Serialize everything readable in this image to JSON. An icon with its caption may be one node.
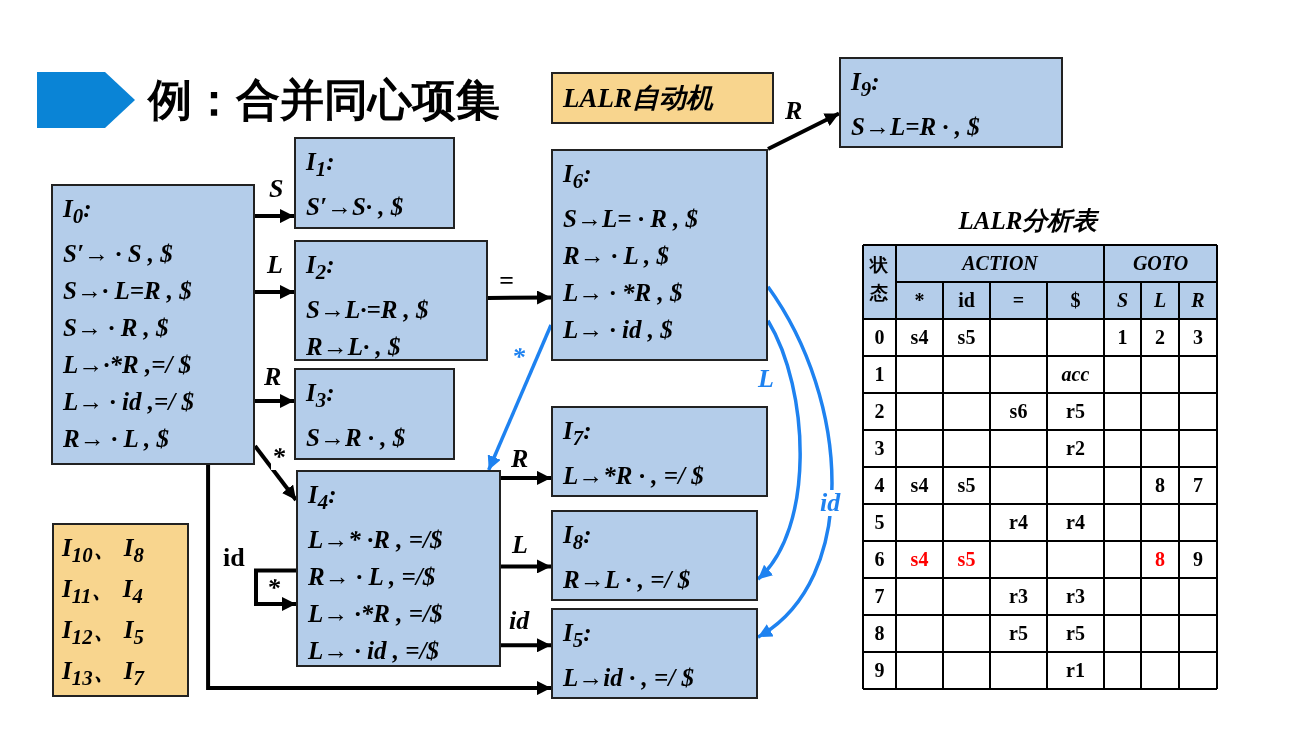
{
  "diagram": {
    "title": "例：合并同心项集",
    "nodes": [
      {
        "text": [
          "LALR自动机"
        ]
      },
      {
        "text": [
          "I$_{9}$:",
          "S→L=R · , $"
        ]
      },
      {
        "text": [
          "I$_{1}$:",
          "S′→S· , $"
        ]
      },
      {
        "text": [
          "I$_{6}$:",
          "S→L= · R , $",
          "R→ · L , $",
          "L→ · *R , $",
          "L→ · id , $"
        ]
      },
      {
        "text": [
          "I$_{0}$:",
          "S′→ · S , $",
          "S→· L=R , $",
          "S→ · R , $",
          "L→·*R ,=/ $",
          "L→ · id ,=/ $",
          "R→ · L , $"
        ]
      },
      {
        "text": [
          "I$_{2}$:",
          "S→L·=R , $",
          "R→L· , $"
        ]
      },
      {
        "text": [
          "I$_{3}$:",
          "S→R · , $"
        ]
      },
      {
        "text": [
          "I$_{7}$:",
          "L→*R · , =/ $"
        ]
      },
      {
        "text": [
          "I$_{4}$:",
          "L→* ·R , =/$",
          "R→ · L , =/$",
          "L→ ·*R , =/$",
          "L→ · id , =/$"
        ]
      },
      {
        "text": [
          "I$_{8}$:",
          "R→L · , =/ $"
        ]
      },
      {
        "text": [
          "I$_{5}$:",
          "L→id · , =/ $"
        ]
      },
      {
        "text": [
          "I$_{10}$、 I$_{8}$",
          "I$_{11}$、 I$_{4}$",
          "I$_{12}$、 I$_{5}$",
          "I$_{13}$、 I$_{7}$"
        ]
      }
    ],
    "edges": [
      {
        "from": 4,
        "to": 2,
        "arrow": "to",
        "label": "S"
      },
      {
        "from": 4,
        "to": 5,
        "arrow": "to",
        "label": "L"
      },
      {
        "from": 4,
        "to": 6,
        "arrow": "to",
        "label": "R"
      },
      {
        "from": 4,
        "to": 8,
        "arrow": "to",
        "label": "*"
      },
      {
        "from": 4,
        "to": 10,
        "arrow": "to"
      },
      {
        "from": 5,
        "to": 3,
        "arrow": "to",
        "label": "="
      },
      {
        "from": 3,
        "to": 1,
        "arrow": "to",
        "label": "R"
      },
      {
        "from": 3,
        "to": 8,
        "arrow": "to",
        "label": "*",
        "color": "#1e82f0"
      },
      {
        "from": 3,
        "to": 9,
        "arrow": "to",
        "label": "L",
        "color": "#1e82f0"
      },
      {
        "from": 3,
        "to": 10,
        "arrow": "to",
        "label": "id",
        "color": "#1e82f0"
      },
      {
        "from": 8,
        "to": 7,
        "arrow": "to",
        "label": "R"
      },
      {
        "from": 8,
        "to": 9,
        "arrow": "to",
        "label": "L"
      },
      {
        "from": 8,
        "to": 10,
        "arrow": "to",
        "label": "id"
      },
      {
        "from": 8,
        "to": 8,
        "arrow": "to",
        "label": "*"
      }
    ],
    "labels": [
      "LALR分析表",
      "状态",
      "ACTION",
      "GOTO",
      "*",
      "id",
      "=",
      "$",
      "S",
      "L",
      "R",
      "0",
      "s4",
      "s5",
      "1",
      "2",
      "3",
      "1",
      "acc",
      "2",
      "s6",
      "r5",
      "3",
      "r2",
      "4",
      "s4",
      "s5",
      "8",
      "7",
      "5",
      "r4",
      "r4",
      "6",
      "s4",
      "s5",
      "8",
      "9",
      "7",
      "r3",
      "r3",
      "8",
      "r5",
      "r5",
      "9",
      "r1",
      "id"
    ]
  }
}
